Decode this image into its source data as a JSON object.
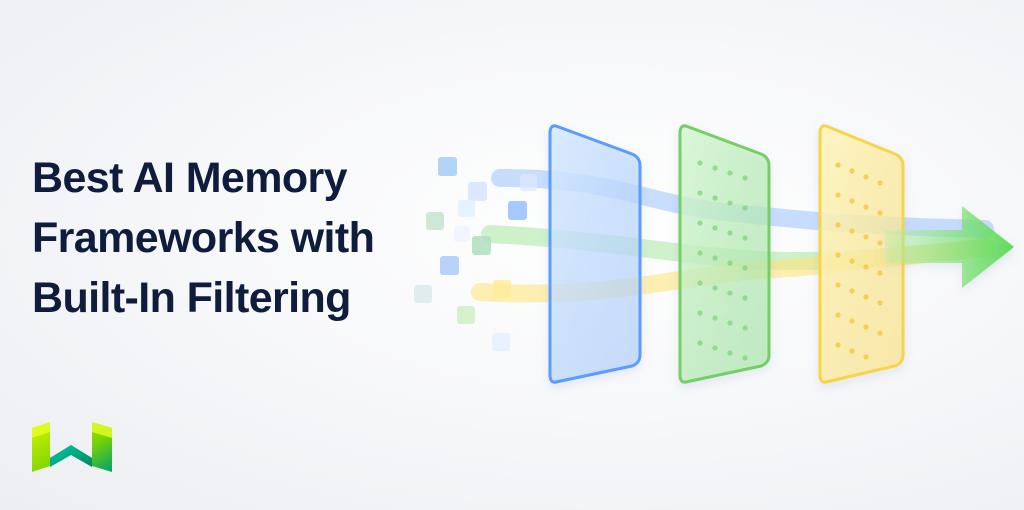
{
  "hero": {
    "title_lines": [
      "Best AI Memory",
      "Frameworks with",
      "Built-In Filtering"
    ]
  },
  "visual": {
    "icons": {
      "particles": "data-particle-squares",
      "panel_blue": "blue-filter-panel-icon",
      "panel_green": "green-filter-panel-icon",
      "panel_yellow": "yellow-filter-panel-icon",
      "arrow": "green-arrow-icon",
      "logo": "w-logo-icon"
    },
    "colors": {
      "title": "#0f1c3b",
      "blue": "#8fb9ff",
      "green": "#8fe08a",
      "yellow": "#ffe36e",
      "arrow": "#5edc57"
    }
  }
}
